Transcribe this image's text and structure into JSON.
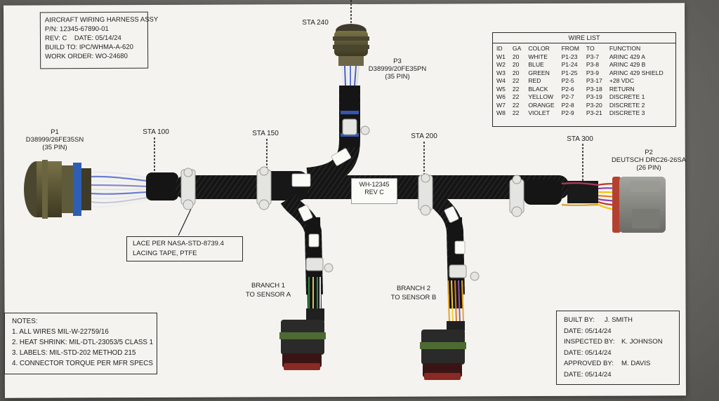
{
  "title_block": {
    "title": "AIRCRAFT WIRING HARNESS ASSY",
    "pn": "P/N: 12345-67890-01",
    "rev": "REV: C",
    "date": "DATE: 05/14/24",
    "build_to": "BUILD TO: IPC/WHMA-A-620",
    "work_order": "WORK ORDER: WO-24680"
  },
  "wire_list": {
    "title": "WIRE LIST",
    "headers": [
      "ID",
      "GA",
      "COLOR",
      "FROM",
      "TO",
      "FUNCTION"
    ],
    "rows": [
      [
        "W1",
        "20",
        "WHITE",
        "P1-23",
        "P3-7",
        "ARINC 429 A"
      ],
      [
        "W2",
        "20",
        "BLUE",
        "P1-24",
        "P3-8",
        "ARINC 429 B"
      ],
      [
        "W3",
        "20",
        "GREEN",
        "P1-25",
        "P3-9",
        "ARINC 429 SHIELD"
      ],
      [
        "W4",
        "22",
        "RED",
        "P2-5",
        "P3-17",
        "+28 VDC"
      ],
      [
        "W5",
        "22",
        "BLACK",
        "P2-6",
        "P3-18",
        "RETURN"
      ],
      [
        "W6",
        "22",
        "YELLOW",
        "P2-7",
        "P3-19",
        "DISCRETE 1"
      ],
      [
        "W7",
        "22",
        "ORANGE",
        "P2-8",
        "P3-20",
        "DISCRETE 2"
      ],
      [
        "W8",
        "22",
        "VIOLET",
        "P2-9",
        "P3-21",
        "DISCRETE 3"
      ]
    ]
  },
  "connectors": {
    "p1": {
      "id": "P1",
      "part": "D38999/26FE35SN",
      "pins": "(35 PIN)"
    },
    "p2": {
      "id": "P2",
      "part": "DEUTSCH DRC26-26SA",
      "pins": "(26 PIN)"
    },
    "p3": {
      "id": "P3",
      "part": "D38999/20FE35PN",
      "pins": "(35 PIN)"
    }
  },
  "stations": {
    "sta100": "STA 100",
    "sta150": "STA 150",
    "sta200": "STA 200",
    "sta240": "STA 240",
    "sta300": "STA 300"
  },
  "harness_label": {
    "line1": "WH-12345",
    "line2": "REV C"
  },
  "lacing_note": {
    "line1": "LACE PER NASA-STD-8739.4",
    "line2": "LACING TAPE, PTFE"
  },
  "branches": {
    "b1": {
      "line1": "BRANCH 1",
      "line2": "TO SENSOR A"
    },
    "b2": {
      "line1": "BRANCH 2",
      "line2": "TO SENSOR B"
    }
  },
  "notes": {
    "title": "NOTES:",
    "items": [
      "1.  ALL WIRES MIL-W-22759/16",
      "2.  HEAT SHRINK: MIL-DTL-23053/5 CLASS 1",
      "3.  LABELS: MIL-STD-202 METHOD 215",
      "4.  CONNECTOR TORQUE PER MFR SPECS"
    ]
  },
  "signoff": {
    "built_by_label": "BUILT BY:",
    "built_by": "J. SMITH",
    "date1": "DATE:  05/14/24",
    "inspected_label": "INSPECTED BY:",
    "inspected_by": "K. JOHNSON",
    "date2": "DATE:  05/14/24",
    "approved_label": "APPROVED BY:",
    "approved_by": "M. DAVIS",
    "date3": "DATE:  05/14/24"
  },
  "colors": {
    "board": "#f4f3ef",
    "sleeve": "#161616",
    "olive_connector": "#5b5535",
    "p2_body": "#8b8b86",
    "p2_flange": "#b4412f"
  }
}
